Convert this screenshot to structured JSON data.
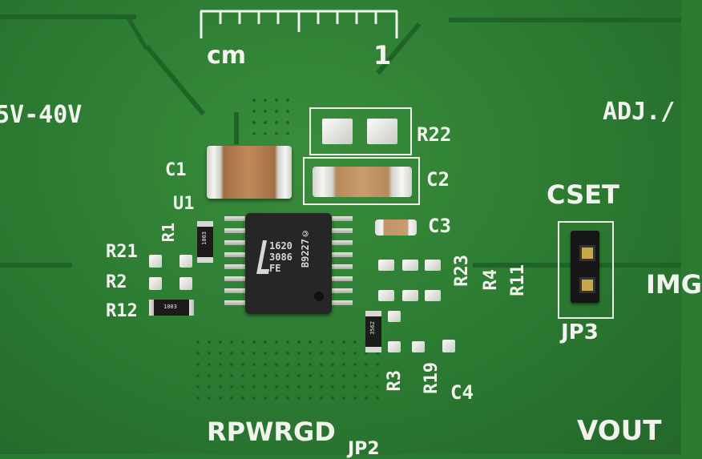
{
  "silkscreen": {
    "ruler_unit": "cm",
    "ruler_one": "1",
    "voltage_range": "5V-40V",
    "adj": "ADJ./",
    "c1": "C1",
    "u1": "U1",
    "r1": "R1",
    "r21": "R21",
    "r2": "R2",
    "r12": "R12",
    "r22": "R22",
    "c2": "C2",
    "c3": "C3",
    "r23": "R23",
    "r4": "R4",
    "r11": "R11",
    "cset": "CSET",
    "jp3": "JP3",
    "img": "IMG",
    "r3": "R3",
    "r19": "R19",
    "c4": "C4",
    "rpwrgd": "RPWRGD",
    "jp2": "JP2",
    "vout": "VOUT"
  },
  "chip": {
    "line1": "1620",
    "line2": "3086",
    "line3": "FE",
    "line4": "B9227©"
  },
  "resistor_marks": {
    "r1": "1003",
    "r12": "1003",
    "r3": "3562"
  },
  "colors": {
    "board": "#2d7d33",
    "silkscreen": "#f3f3ee",
    "pads": "#e6e6e1",
    "capacitor_body": "#b07a4e"
  }
}
